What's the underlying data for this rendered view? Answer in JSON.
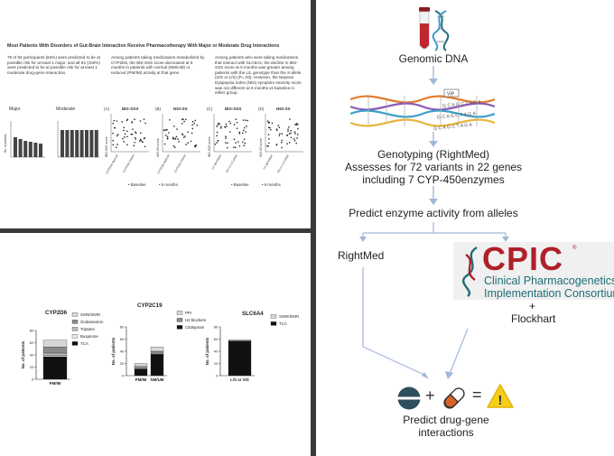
{
  "left_top": {
    "title": "Most Patients With Disorders of Gut-Brain Interaction Receive Pharmacotherapy With Major or Moderate Drug Interactions",
    "col1": "79 of 94 participants (84%) were predicted to be at possible risk for at least 1 major, and all 94 (100%) were predicted to be at possible risk for at least 1 moderate drug-gene interaction.",
    "col2": "Among patients taking medications metabolized by CYP2D6, the IBS-SSS score decreased at 6 months in patients with normal (NM/UM) or reduced (PM/IM) activity at that gene.",
    "col3": "Among patients who were taking medications that interact with SLC6A4, the decline in IBS-SSS score at 6 months was greater among patients with the L/L genotype than the S-allele (S/S or L/S) (P=.03). However, the Nepean Dyspepsia Index (NDI) symptom severity score was not different at 6 months vs baseline in either group.",
    "major_label": "Major",
    "moderate_label": "Moderate",
    "ylabel": "No. of patients",
    "panels": [
      {
        "letter": "(A)",
        "title": "IBS-SSS",
        "ylabel": "IBS-SSS score",
        "xlabels": [
          "CYP2D6 NM/UM",
          "CYP2D6 PM/IM"
        ]
      },
      {
        "letter": "(B)",
        "title": "NDI-SS",
        "ylabel": "NDI-SS score",
        "xlabels": [
          "CYP2D6 NM/UM",
          "CYP2D6 PM/IM"
        ]
      },
      {
        "letter": "(C)",
        "title": "IBS-SSS",
        "ylabel": "IBS-SSS score",
        "xlabels": [
          "L/L genotype",
          "S/S or L/S allele"
        ]
      },
      {
        "letter": "(D)",
        "title": "NDI-SS",
        "ylabel": "NDI-SS score",
        "xlabels": [
          "L/L genotype",
          "S/S or L/S allele"
        ]
      }
    ],
    "legend_baseline": "Baseline",
    "legend_6months": "6 months"
  },
  "charts": {
    "ylabel": "No. of patients",
    "cyp2d6": {
      "title": "CYP2D6",
      "xlabel": "PM/IM",
      "legend": [
        "SSRI/SNRI",
        "Ondansetron",
        "Triptans",
        "Buspirone",
        "TCA"
      ]
    },
    "cyp2c19": {
      "title": "CYP2C19",
      "xlabels": [
        "PM/IM",
        "NM/UM"
      ],
      "legend": [
        "PPI",
        "H2 blockers",
        "Citalopram"
      ]
    },
    "slc6a4": {
      "title": "SLC6A4",
      "xlabel": "L/S or S/S",
      "legend": [
        "SSRI/SNRI",
        "TCA"
      ]
    }
  },
  "chart_data": [
    {
      "type": "bar",
      "title": "CYP2D6",
      "categories": [
        "PM/IM"
      ],
      "ylabel": "No. of patients",
      "ylim": [
        0,
        80
      ],
      "yticks": [
        0,
        20,
        40,
        60,
        80
      ],
      "stacked": true,
      "series": [
        {
          "name": "TCA",
          "values": [
            37
          ]
        },
        {
          "name": "Buspirone",
          "values": [
            2
          ]
        },
        {
          "name": "Triptans",
          "values": [
            4
          ]
        },
        {
          "name": "Ondansetron",
          "values": [
            10
          ]
        },
        {
          "name": "SSRI/SNRI",
          "values": [
            11
          ]
        }
      ]
    },
    {
      "type": "bar",
      "title": "CYP2C19",
      "categories": [
        "PM/IM",
        "NM/UM"
      ],
      "ylabel": "No. of patients",
      "ylim": [
        0,
        80
      ],
      "yticks": [
        0,
        20,
        40,
        60,
        80
      ],
      "stacked": true,
      "series": [
        {
          "name": "Citalopram",
          "values": [
            11,
            35
          ]
        },
        {
          "name": "H2 blockers",
          "values": [
            4,
            5
          ]
        },
        {
          "name": "PPI",
          "values": [
            5,
            7
          ]
        }
      ]
    },
    {
      "type": "bar",
      "title": "SLC6A4",
      "categories": [
        "L/S or S/S"
      ],
      "ylabel": "No. of patients",
      "ylim": [
        0,
        80
      ],
      "yticks": [
        0,
        20,
        40,
        60,
        80
      ],
      "stacked": true,
      "series": [
        {
          "name": "TCA",
          "values": [
            57
          ]
        },
        {
          "name": "SSRI/SNRI",
          "values": [
            2
          ]
        }
      ]
    }
  ],
  "flow": {
    "genomic": "Genomic DNA",
    "vip_tag": "VIP",
    "dna_letters": [
      "G C A G C T A G A",
      "G C A G C T A G A",
      "G C A G C T A G A"
    ],
    "genotyping_1": "Genotyping (RightMed)",
    "genotyping_2": "Assesses for 72 variants in 22 genes",
    "genotyping_3": "including 7 CYP-450enzymes",
    "predict_enzyme": "Predict enzyme activity from alleles",
    "rightmed": "RightMed",
    "cpic_logo": "CPIC",
    "cpic_reg": "®",
    "cpic_line1": "Clinical Pharmacogenetics",
    "cpic_line2": "Implementation Consortium",
    "plus": "+",
    "flockhart": "Flockhart",
    "eq_plus": "+",
    "eq_equals": "=",
    "warning_mark": "!",
    "predict_interactions_1": "Predict drug-gene",
    "predict_interactions_2": "interactions"
  },
  "colors": {
    "separator": "#3a3a3a",
    "arrow": "#9fb8d8",
    "cpic_red": "#b0202a",
    "cpic_teal": "#1d6e78",
    "pill_orange": "#d8632a",
    "warning_yellow": "#f4cf1a",
    "tube_red": "#c0262d"
  }
}
